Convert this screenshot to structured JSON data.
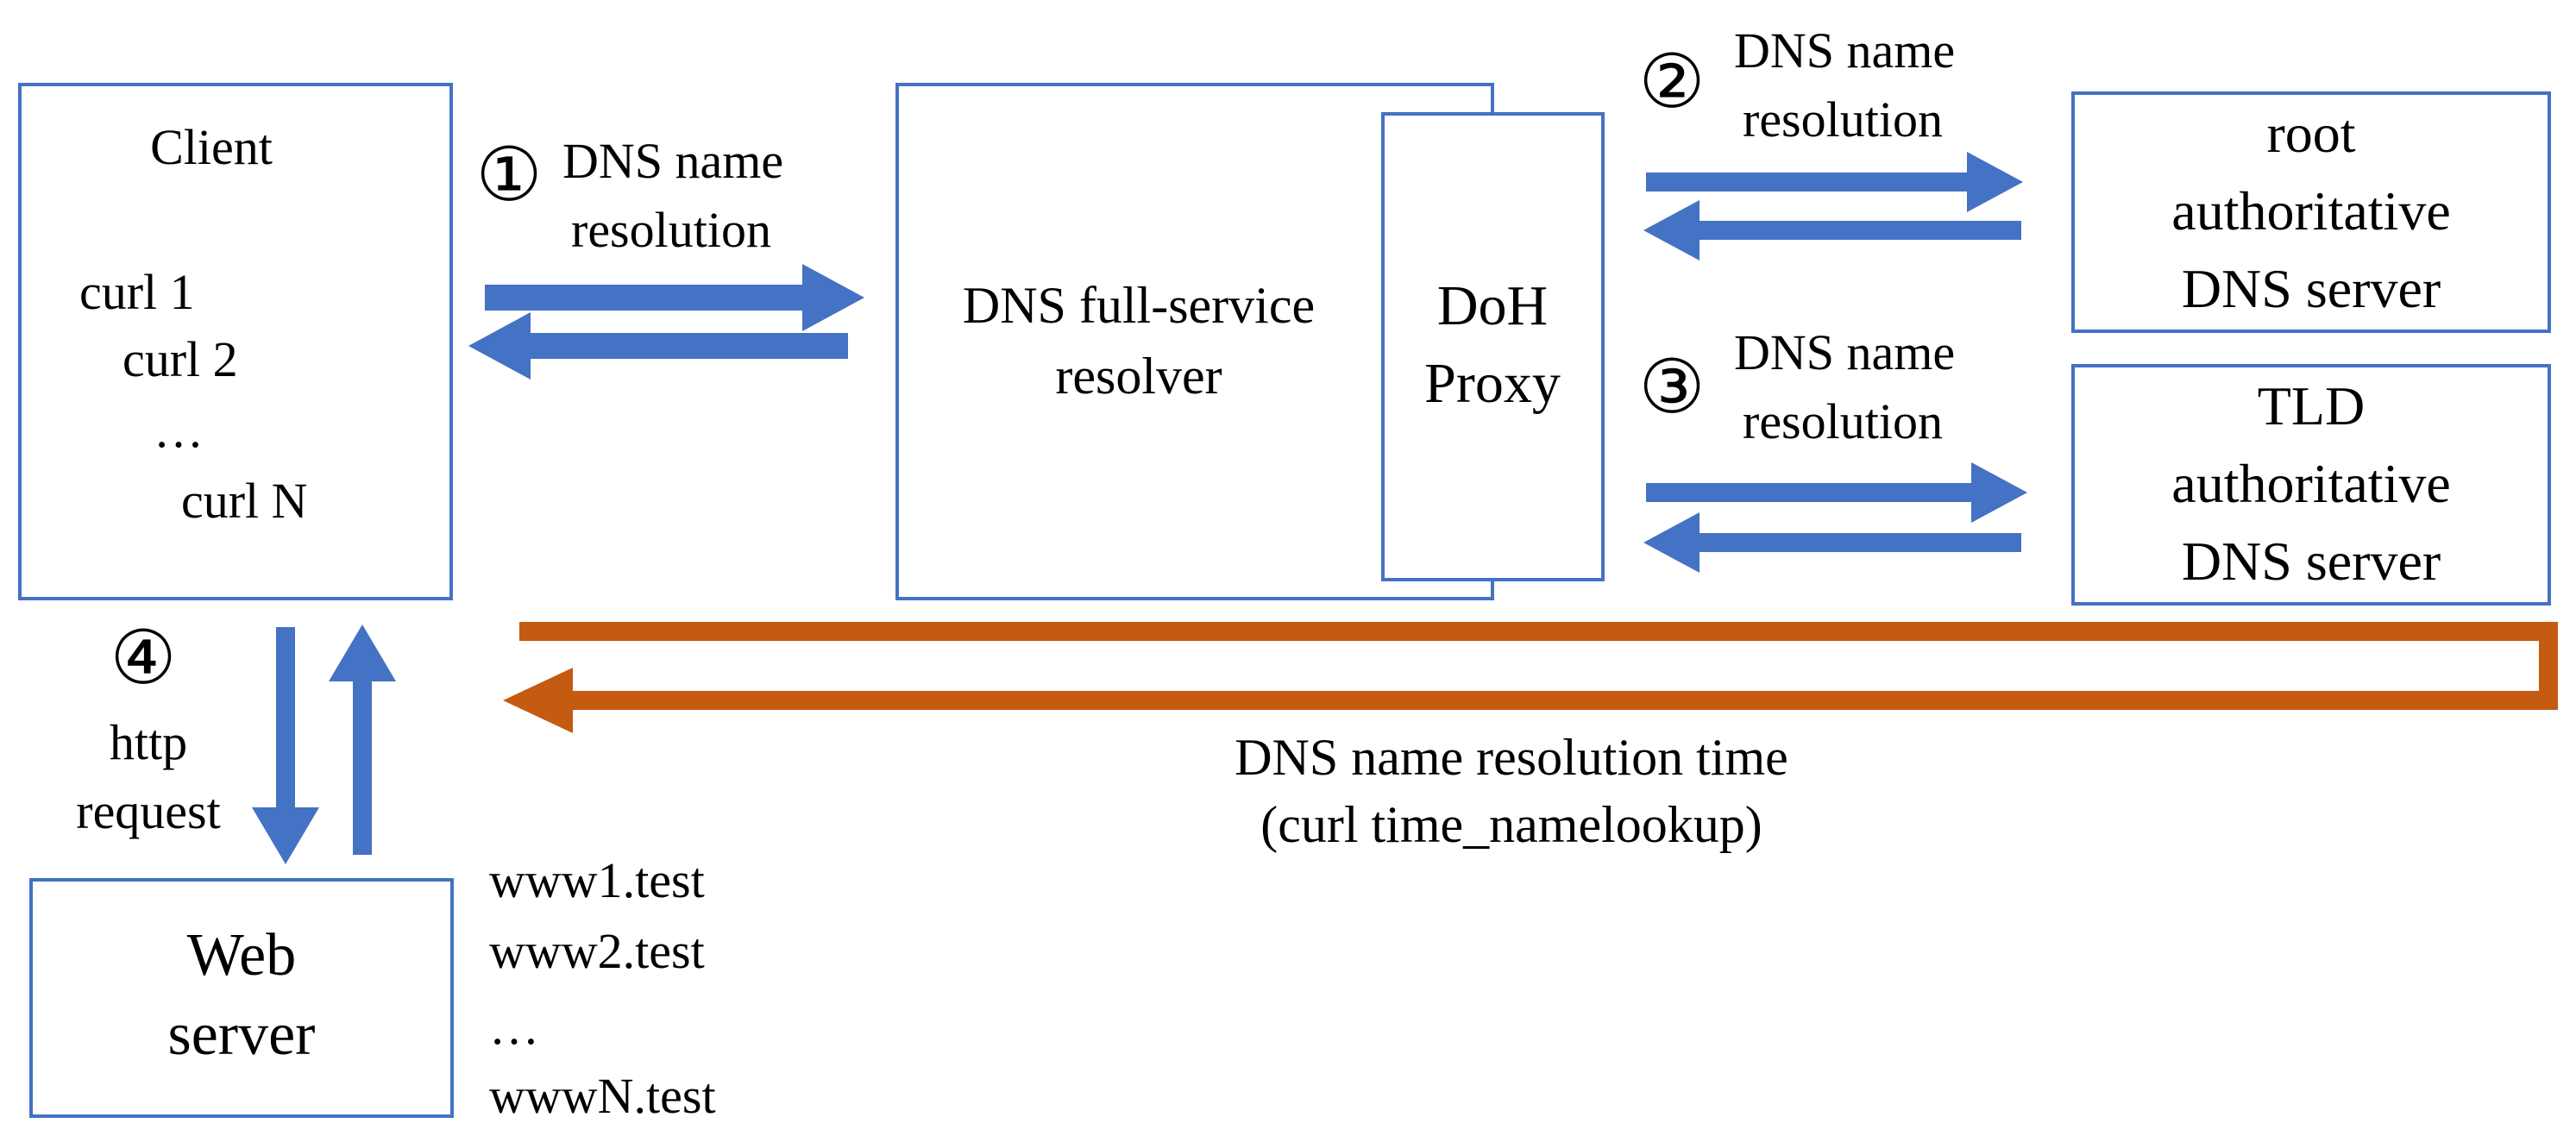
{
  "colors": {
    "box_stroke": "#4472c4",
    "blue_arrow": "#4472c4",
    "orange_arrow": "#c55a11",
    "text": "#000000"
  },
  "client": {
    "title": "Client",
    "items": [
      "curl 1",
      "curl 2",
      "…",
      "curl N"
    ]
  },
  "resolver": {
    "line1": "DNS full-service",
    "line2": "resolver"
  },
  "proxy": {
    "line1": "DoH",
    "line2": "Proxy"
  },
  "root_server": {
    "line1": "root",
    "line2": "authoritative",
    "line3": "DNS server"
  },
  "tld_server": {
    "line1": "TLD",
    "line2": "authoritative",
    "line3": "DNS server"
  },
  "web_server": {
    "line1": "Web",
    "line2": "server"
  },
  "steps": {
    "step1": {
      "marker": "①",
      "line1": "DNS name",
      "line2": "resolution"
    },
    "step2": {
      "marker": "②",
      "line1": "DNS name",
      "line2": "resolution"
    },
    "step3": {
      "marker": "③",
      "line1": "DNS name",
      "line2": "resolution"
    },
    "step4": {
      "marker": "④",
      "line1": "http",
      "line2": "request"
    }
  },
  "timing": {
    "line1": "DNS name resolution time",
    "line2": "(curl time_namelookup)"
  },
  "domains": [
    "www1.test",
    "www2.test",
    "…",
    "wwwN.test"
  ]
}
